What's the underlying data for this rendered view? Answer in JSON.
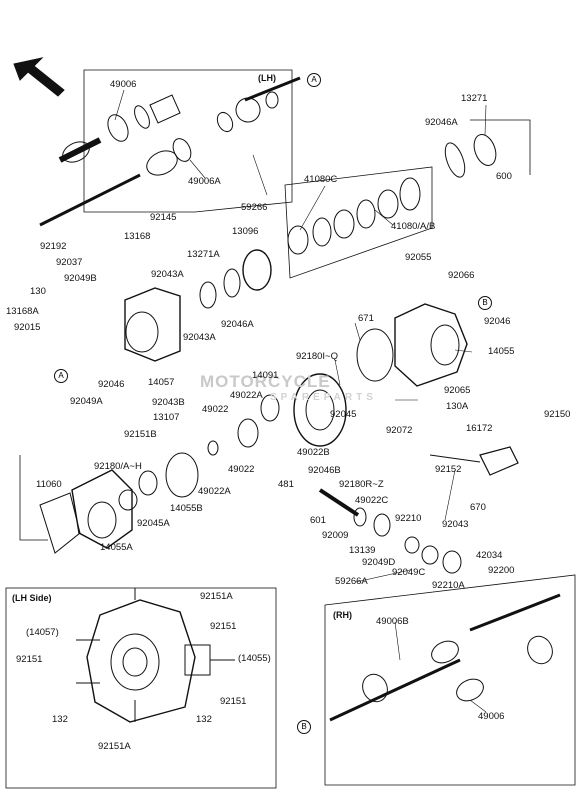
{
  "boxes": {
    "lh": "(LH)",
    "rh": "(RH)",
    "lh_side": "(LH Side)"
  },
  "markers": {
    "a": "A",
    "b": "B"
  },
  "watermark": {
    "main": "MOTORCYCLE",
    "sub": "SPAREPARTS"
  },
  "labels": {
    "p49006_top": "49006",
    "p13271_top": "13271",
    "p92046A_top": "92046A",
    "p600": "600",
    "p49006A": "49006A",
    "p59266": "59266",
    "p41080C": "41080C",
    "p41080AB": "41080/A/B",
    "p92145": "92145",
    "p13168": "13168",
    "p92192": "92192",
    "p92037": "92037",
    "p13271A": "13271A",
    "p13096": "13096",
    "p92049B": "92049B",
    "p92043A_1": "92043A",
    "p130": "130",
    "p13168A": "13168A",
    "p92015": "92015",
    "p92046A_mid": "92046A",
    "p92043A_2": "92043A",
    "p92055": "92055",
    "p92066": "92066",
    "p92046_right": "92046",
    "p671": "671",
    "p14055": "14055",
    "p92046_left": "92046",
    "p92049A": "92049A",
    "p14057": "14057",
    "p92180IQ": "92180I~Q",
    "p14091": "14091",
    "p49022A_1": "49022A",
    "p92043B": "92043B",
    "p49022_1": "49022",
    "p13107": "13107",
    "p92045": "92045",
    "p92065": "92065",
    "p130A": "130A",
    "p92072": "92072",
    "p92150": "92150",
    "p92151B": "92151B",
    "p16172": "16172",
    "p49022B": "49022B",
    "p49022_2": "49022",
    "p92180AH": "92180/A~H",
    "p92046B": "92046B",
    "p481": "481",
    "p92180RZ": "92180R~Z",
    "p49022A_2": "49022A",
    "p92152": "92152",
    "p11060": "11060",
    "p14055B": "14055B",
    "p49022C": "49022C",
    "p670": "670",
    "p92045A": "92045A",
    "p601": "601",
    "p92210": "92210",
    "p92043": "92043",
    "p92009": "92009",
    "p14055A": "14055A",
    "p13139": "13139",
    "p42034": "42034",
    "p92049D": "92049D",
    "p92049C": "92049C",
    "p92200": "92200",
    "p59266A": "59266A",
    "p92210A": "92210A",
    "p92151A_top": "92151A",
    "p49006B": "49006B",
    "p14057_side": "(14057)",
    "p92151_r1": "92151",
    "p92151_l": "92151",
    "p14055_side": "(14055)",
    "p92151_r2": "92151",
    "p132_l": "132",
    "p132_r": "132",
    "p92151A_bot": "92151A",
    "p49006_bot": "49006"
  }
}
